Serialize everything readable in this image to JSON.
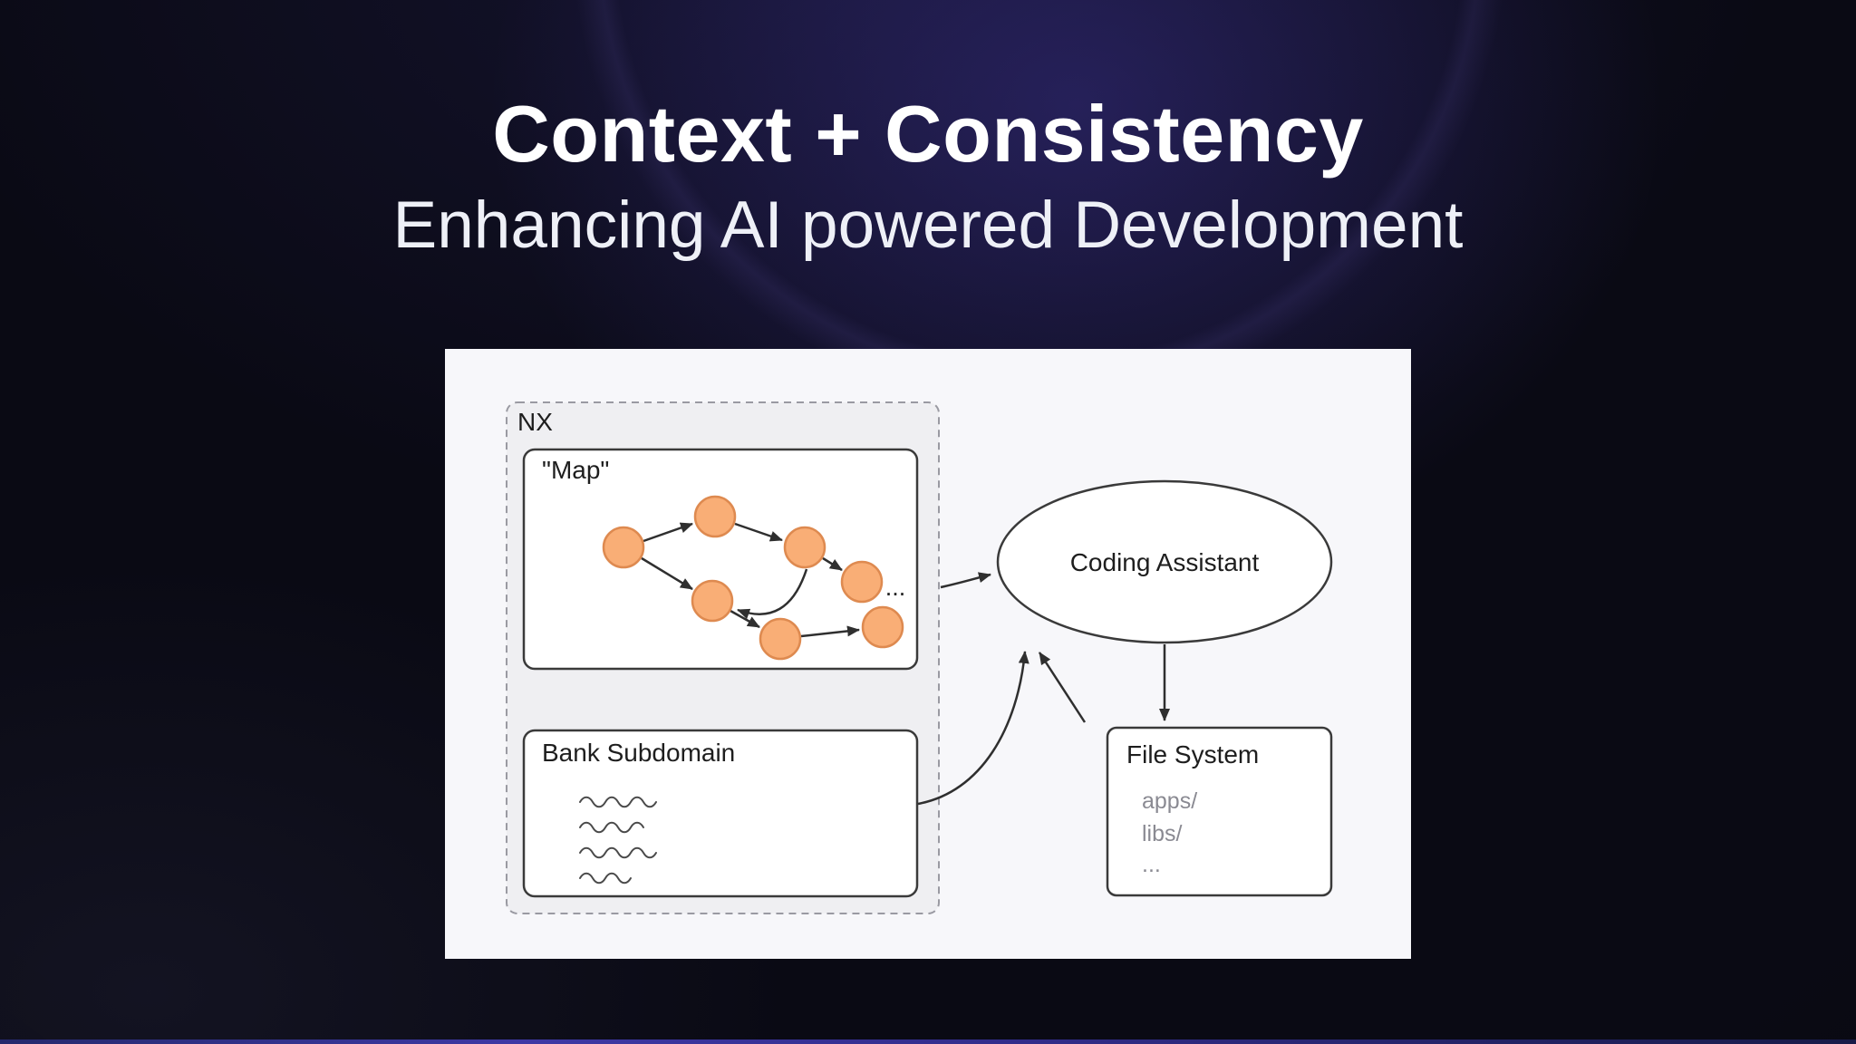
{
  "slide": {
    "title": "Context + Consistency",
    "subtitle": "Enhancing AI powered Development"
  },
  "diagram": {
    "nx_label": "NX",
    "map_label": "\"Map\"",
    "map_ellipsis": "...",
    "bank_label": "Bank Subdomain",
    "assistant_label": "Coding Assistant",
    "filesystem_label": "File System",
    "filesystem_entries": [
      "apps/",
      "libs/",
      "..."
    ],
    "colors": {
      "node_fill": "#F9AE76",
      "node_stroke": "#DE8A50",
      "line": "#2F2F2F",
      "panel_bg": "#F7F7FA",
      "nx_bg": "#EFEFF2",
      "accent_glow": "#5A46D2"
    }
  }
}
